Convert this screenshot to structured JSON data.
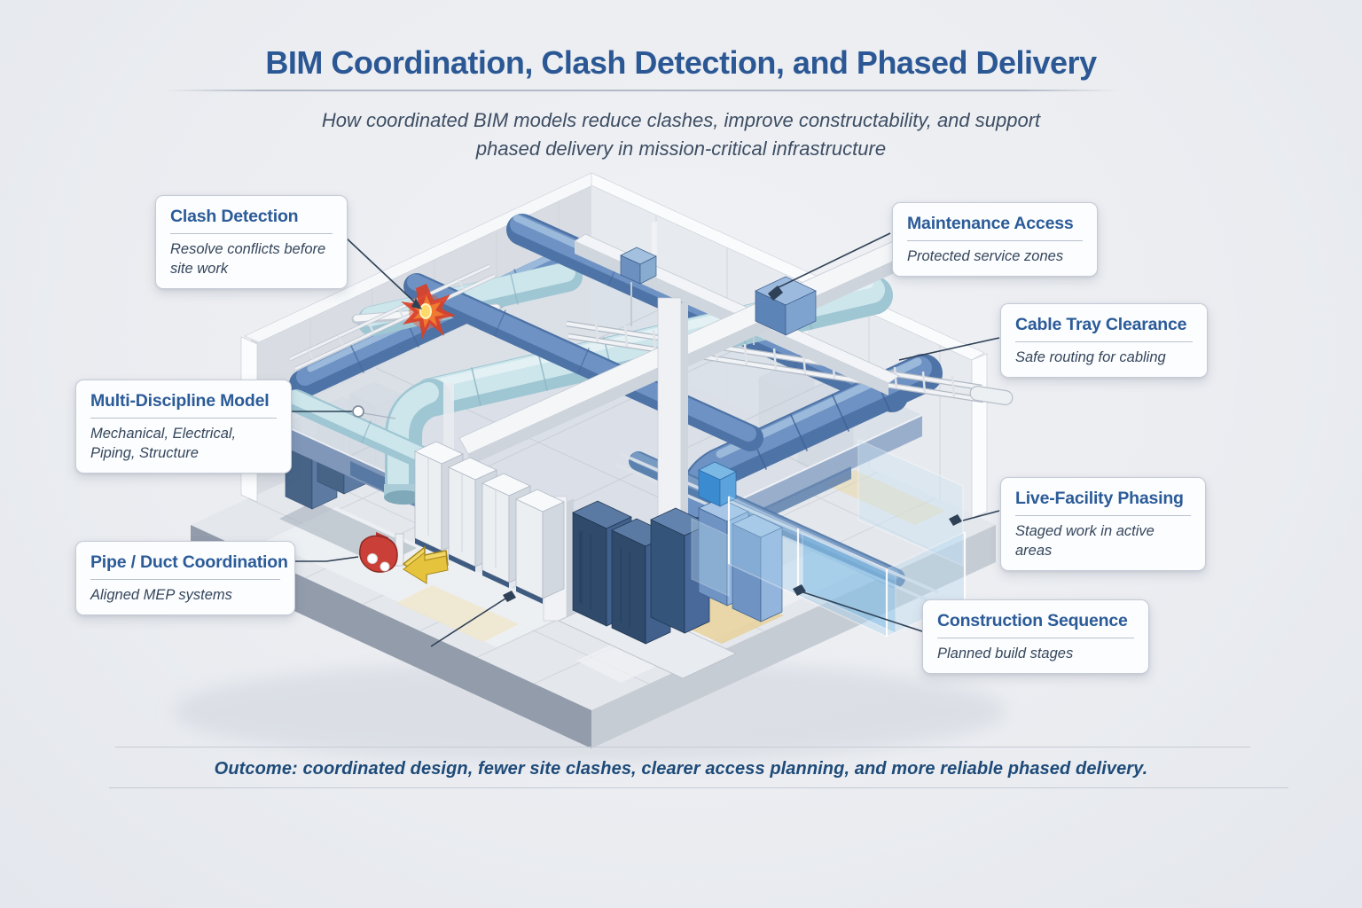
{
  "header": {
    "title": "BIM Coordination, Clash Detection, and Phased Delivery",
    "subtitle_line1": "How coordinated BIM models reduce clashes, improve constructability, and support",
    "subtitle_line2": "phased delivery in mission-critical infrastructure"
  },
  "callouts": [
    {
      "id": "clash-detection",
      "title": "Clash Detection",
      "description": "Resolve conflicts before site work"
    },
    {
      "id": "maintenance-access",
      "title": "Maintenance Access",
      "description": "Protected service zones"
    },
    {
      "id": "cable-tray-clearance",
      "title": "Cable Tray Clearance",
      "description": "Safe routing for cabling"
    },
    {
      "id": "multi-discipline-model",
      "title": "Multi-Discipline Model",
      "description": "Mechanical, Electrical, Piping, Structure"
    },
    {
      "id": "live-facility-phasing",
      "title": "Live-Facility Phasing",
      "description": "Staged work in active areas"
    },
    {
      "id": "pipe-duct-coordination",
      "title": "Pipe / Duct Coordination",
      "description": "Aligned MEP systems"
    },
    {
      "id": "construction-sequence",
      "title": "Construction Sequence",
      "description": "Planned build stages"
    }
  ],
  "footer": {
    "outcome_text": "Outcome: coordinated design, fewer site clashes, clearer  access planning, and more reliable phased delivery."
  },
  "illustration": {
    "icons": [
      {
        "name": "clash-burst-icon",
        "color": "#e04a26"
      },
      {
        "name": "clamp-marker-icon",
        "color": "#ca4038"
      },
      {
        "name": "flow-arrow-icon",
        "color": "#e6c33d"
      },
      {
        "name": "leader-dot-icon",
        "color": "#ffffff"
      },
      {
        "name": "leader-square-icon",
        "color": "#2f4156"
      }
    ],
    "colors": {
      "background": "#ebedf1",
      "heading_blue": "#2b5894",
      "body_slate": "#35465c",
      "leader_line": "#2f4156",
      "duct_blue": "#5f86ba",
      "duct_cyan": "#c9e3ea",
      "rack_navy": "#3f5c80",
      "glass_blue": "#aed3ec",
      "phase_yellow": "#e7cf96"
    }
  }
}
